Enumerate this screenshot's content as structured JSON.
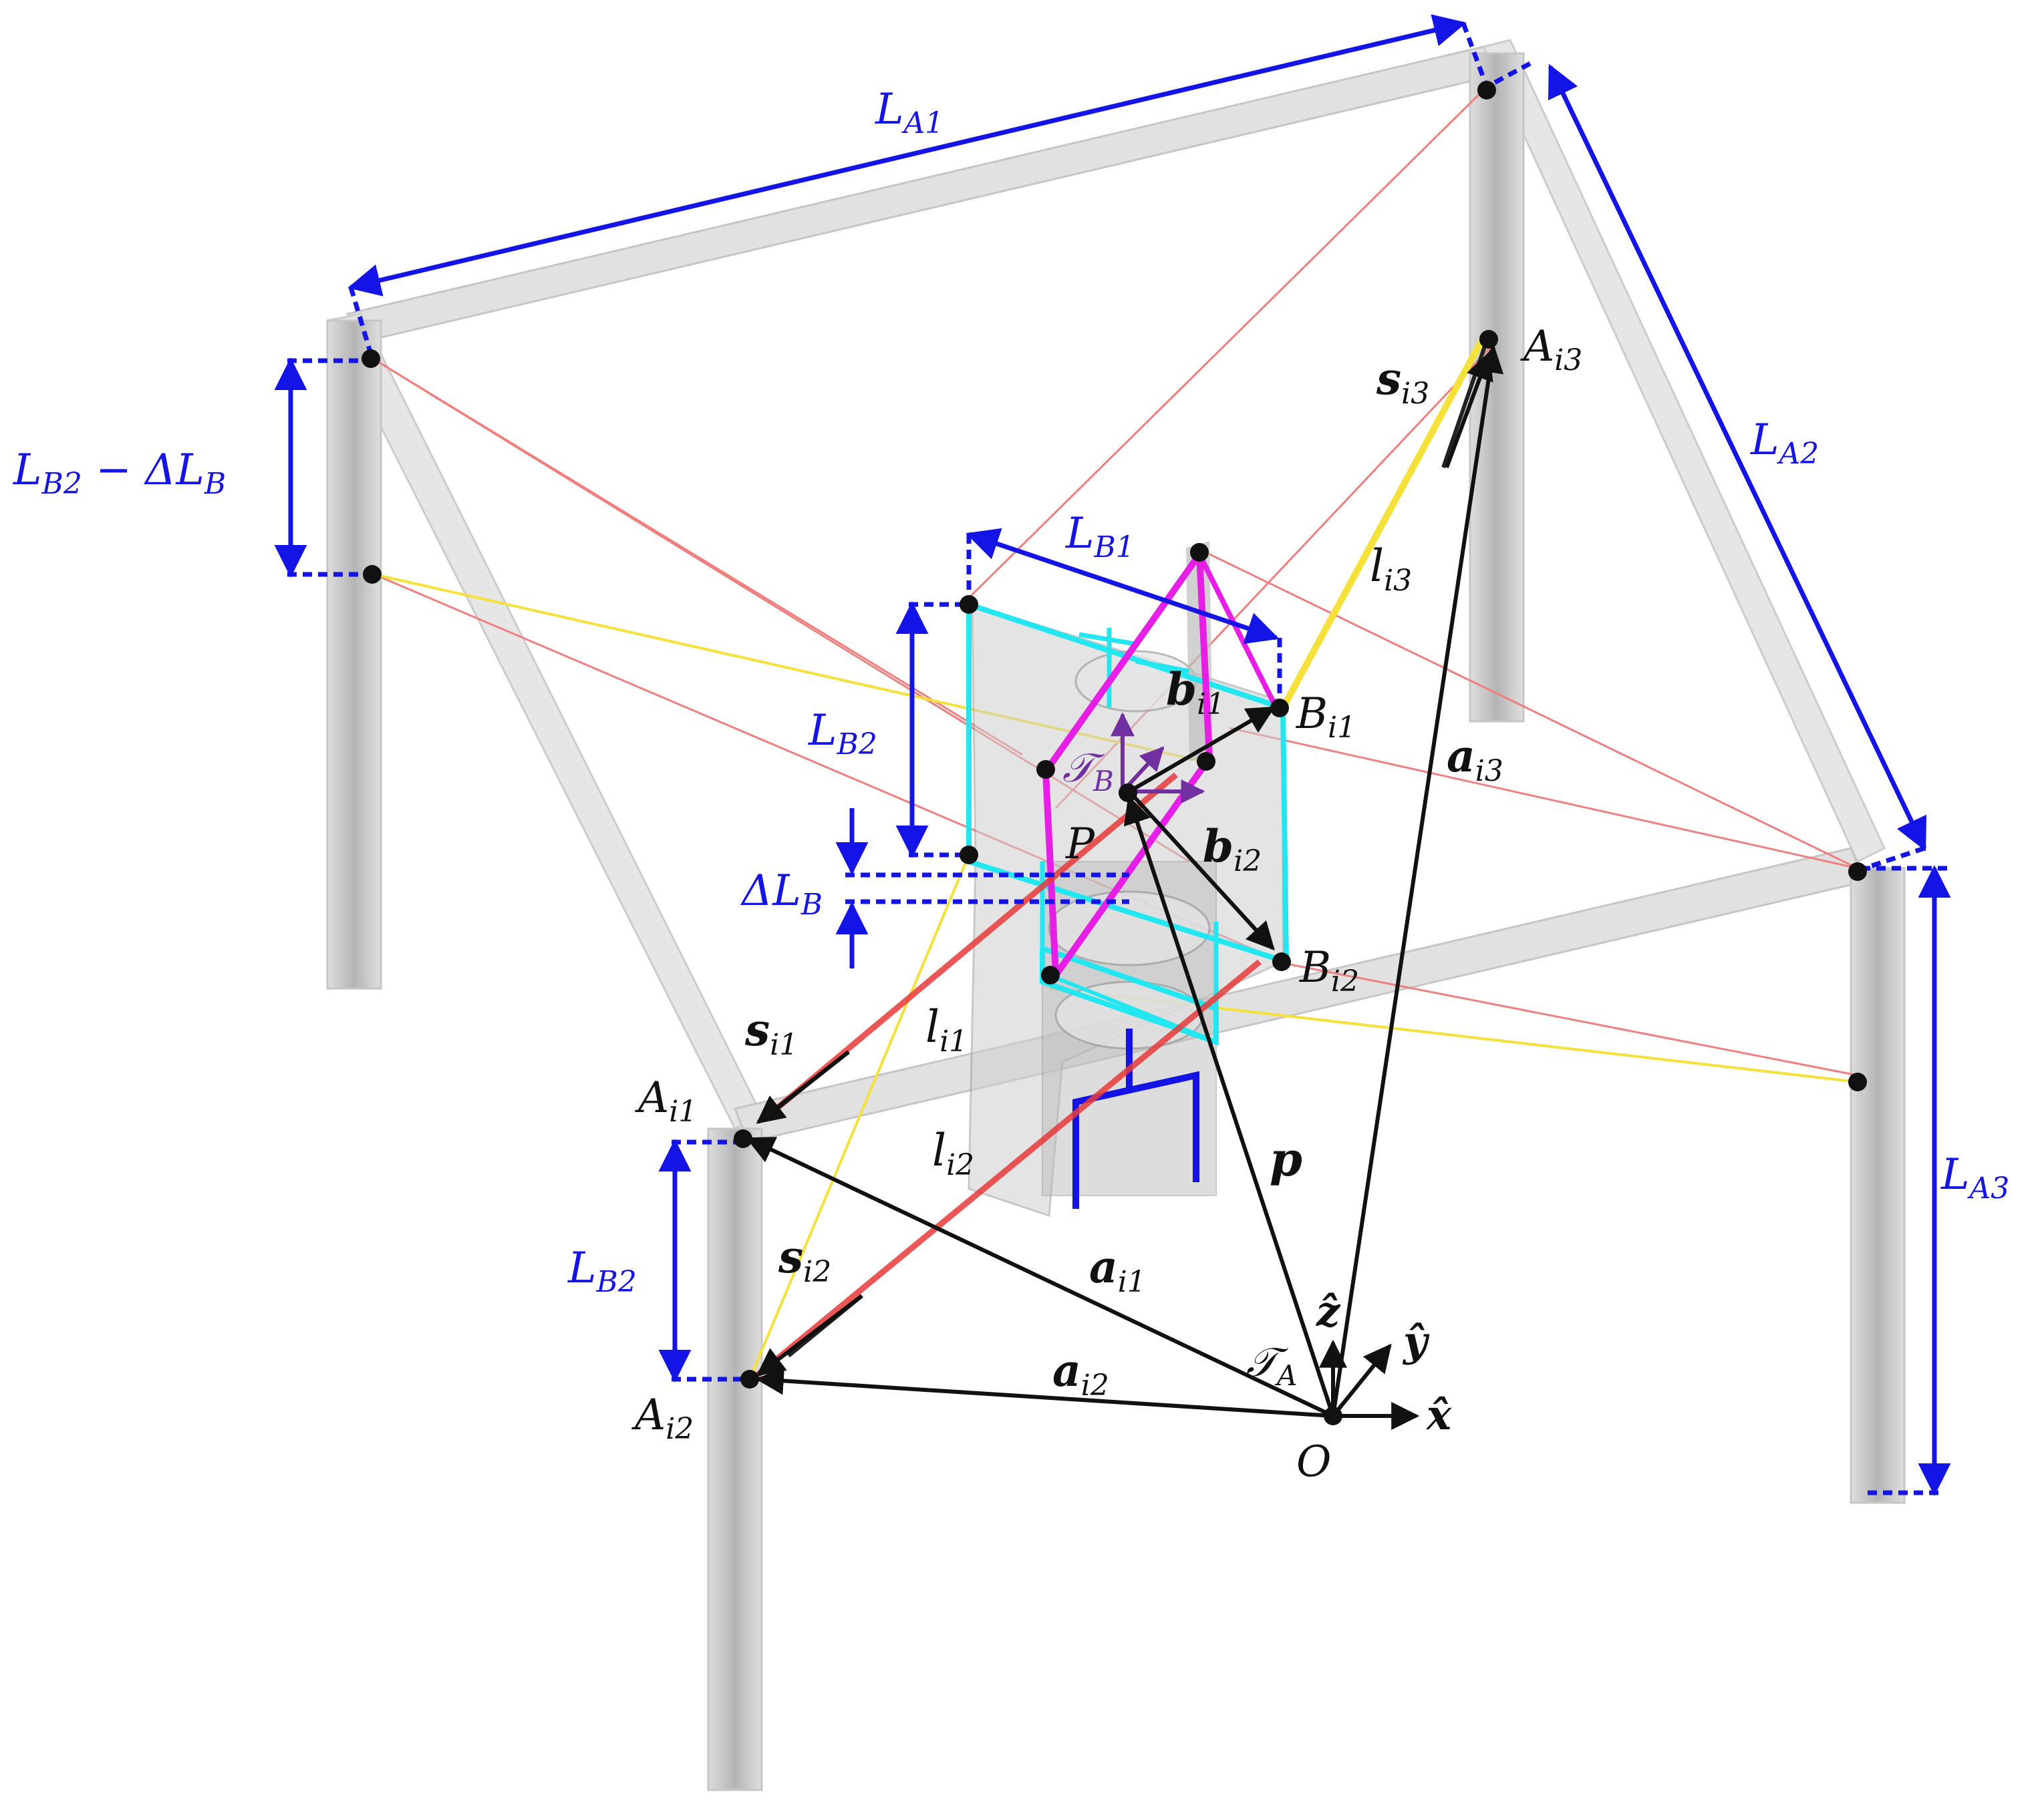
{
  "colors": {
    "frame": "#c8c8c8",
    "frame_dark": "#9a9a9a",
    "dimension": "#1414e6",
    "vector": "#111111",
    "cable_red": "#f08080",
    "cable_strong_red": "#e83a3a",
    "cable_yellow": "#f5e13a",
    "platform_cyan": "#22e6f0",
    "platform_magenta": "#e61ee6",
    "frame_marker": "#7030a0"
  },
  "dimensions": {
    "la1": {
      "base": "L",
      "sub": "A1"
    },
    "la2": {
      "base": "L",
      "sub": "A2"
    },
    "la3": {
      "base": "L",
      "sub": "A3"
    },
    "lb1": {
      "base": "L",
      "sub": "B1"
    },
    "lb2_platform": {
      "base": "L",
      "sub": "B2"
    },
    "lb2_left": {
      "base": "L",
      "sub": "B2"
    },
    "lb2_minus": {
      "base": "L",
      "sub": "B2",
      "suffix": " − ΔL",
      "suffix_sub": "B"
    },
    "delta_lb": {
      "base": "ΔL",
      "sub": "B"
    }
  },
  "points": {
    "ai1": {
      "base": "A",
      "sub": "i1"
    },
    "ai2": {
      "base": "A",
      "sub": "i2"
    },
    "ai3": {
      "base": "A",
      "sub": "i3"
    },
    "bi1": {
      "base": "B",
      "sub": "i1"
    },
    "bi2": {
      "base": "B",
      "sub": "i2"
    },
    "p": {
      "base": "P"
    },
    "o": {
      "base": "O"
    }
  },
  "vectors": {
    "si1": {
      "base": "s",
      "sub": "i1"
    },
    "si2": {
      "base": "s",
      "sub": "i2"
    },
    "si3": {
      "base": "s",
      "sub": "i3"
    },
    "li1": {
      "base": "l",
      "sub": "i1"
    },
    "li2": {
      "base": "l",
      "sub": "i2"
    },
    "li3": {
      "base": "l",
      "sub": "i3"
    },
    "ai1": {
      "base": "a",
      "sub": "i1"
    },
    "ai2": {
      "base": "a",
      "sub": "i2"
    },
    "ai3": {
      "base": "a",
      "sub": "i3"
    },
    "bi1": {
      "base": "b",
      "sub": "i1"
    },
    "bi2": {
      "base": "b",
      "sub": "i2"
    },
    "p": {
      "base": "p"
    }
  },
  "frames": {
    "ta": {
      "base": "𝒯",
      "sub": "A"
    },
    "tb": {
      "base": "𝒯",
      "sub": "B"
    }
  },
  "axes": {
    "x": "x̂",
    "y": "ŷ",
    "z": "ẑ"
  }
}
